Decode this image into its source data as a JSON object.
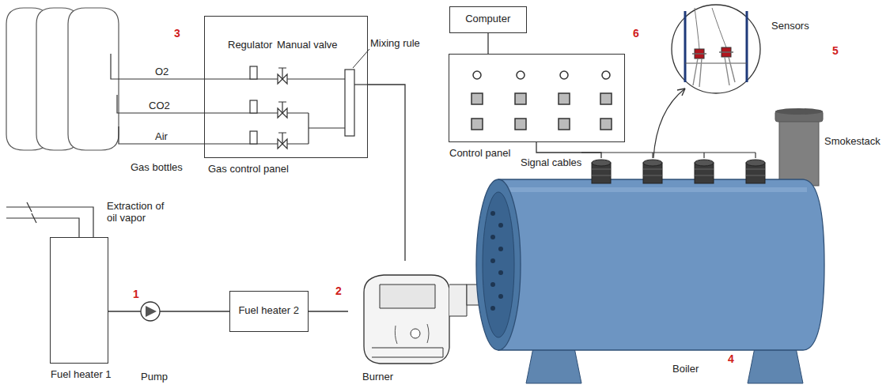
{
  "diagram": {
    "nodes": [
      {
        "text": [
          "Gas control panel"
        ]
      },
      {
        "text": [
          "Computer"
        ]
      },
      {
        "text": [
          "Control panel"
        ]
      },
      {
        "text": [
          "Fuel heater 1"
        ]
      },
      {
        "text": [
          "Fuel heater 2"
        ]
      },
      {
        "text": [
          "Burner"
        ]
      },
      {
        "text": [
          "Boiler"
        ]
      }
    ],
    "edges": [
      {
        "from": 3,
        "to": 4,
        "arrow": "none"
      },
      {
        "from": 4,
        "to": 5,
        "arrow": "none"
      },
      {
        "from": 0,
        "to": 5,
        "arrow": "none"
      },
      {
        "from": 1,
        "to": 2,
        "arrow": "none"
      },
      {
        "from": 2,
        "to": 6,
        "arrow": "none"
      }
    ],
    "labels": [
      "3",
      "Regulator",
      "Manual valve",
      "O2",
      "CO2",
      "Air",
      "Mixing rule",
      "Gas bottles",
      "Extraction of oil vapor",
      "1",
      "Pump",
      "2",
      "6",
      "Signal cables",
      "Sensors",
      "5",
      "Smokestack",
      "4"
    ]
  }
}
